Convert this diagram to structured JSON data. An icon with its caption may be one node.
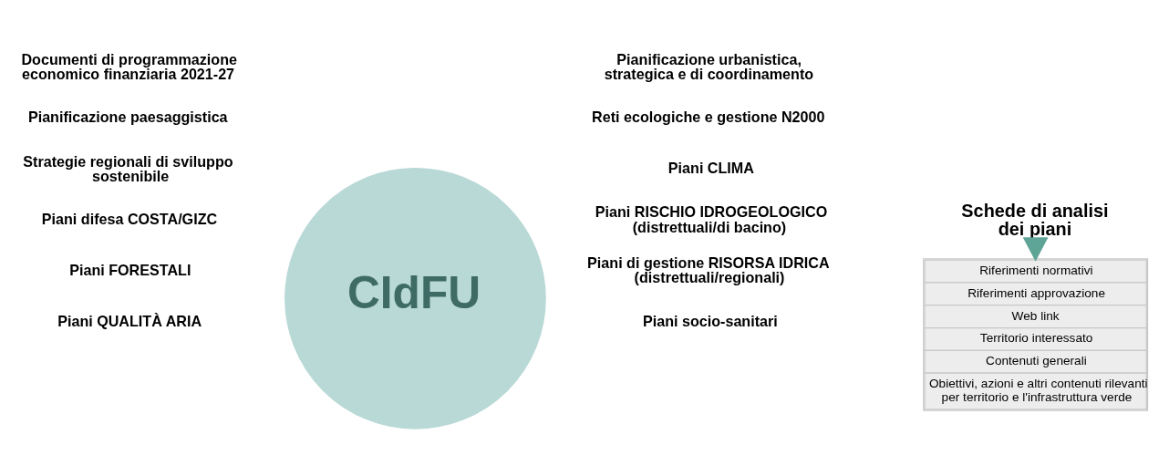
{
  "diagram": {
    "nodes": [
      {
        "text": [
          "CIdFU"
        ]
      },
      {
        "text": [
          "Schede di analisi dei piani"
        ]
      },
      {
        "text": [
          "Riferimenti normativi",
          "Riferimenti approvazione",
          "Web link",
          "Territorio interessato",
          "Contenuti generali",
          "Obiettivi, azioni e altri contenuti rilevanti per territorio e l'infrastruttura verde"
        ]
      }
    ],
    "edges": [
      {
        "from": 1,
        "to": 2,
        "arrow": "to",
        "style": "thick"
      }
    ],
    "labels": [
      "Documenti di programmazione economico finanziaria 2021-27",
      "Pianificazione urbanistica, strategica e di coordinamento",
      "Reti ecologiche e gestione N2000",
      "Pianificazione paesaggistica",
      "Strategie regionali di sviluppo sostenibile",
      "Piani CLIMA",
      "Piani RISCHIO IDROGEOLOGICO (distrettuali/di bacino)",
      "Piani difesa COSTA/GIZC",
      "Piani FORESTALI",
      "Piani di gestione RISORSA IDRICA (distrettuali/regionali)",
      "Piani QUALITÀ ARIA",
      "Piani socio-sanitari"
    ]
  }
}
